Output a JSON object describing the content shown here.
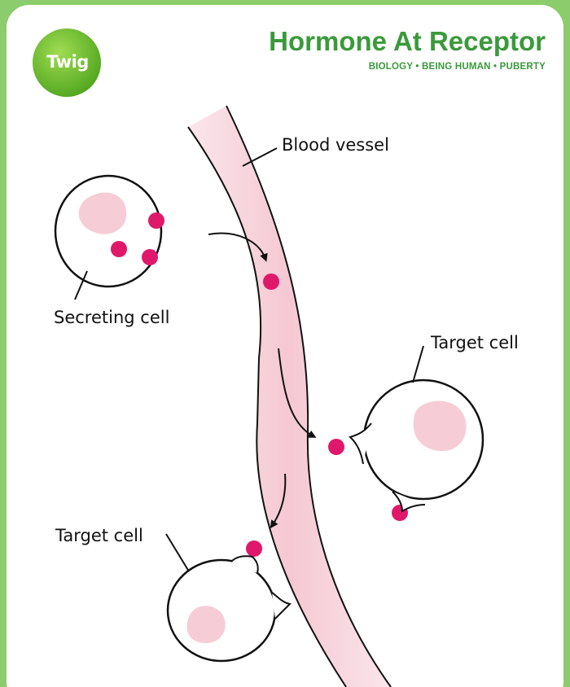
{
  "header": {
    "logo_text": "Twig",
    "title": "Hormone At Receptor",
    "subtitle": "BIOLOGY • BEING HUMAN • PUBERTY"
  },
  "labels": {
    "blood_vessel": "Blood vessel",
    "secreting_cell": "Secreting cell",
    "target_cell_right": "Target cell",
    "target_cell_left": "Target cell"
  },
  "colors": {
    "border_green": "#8ccc6c",
    "title_green": "#3a9a3a",
    "vessel_pink": "#f6cfd8",
    "nucleus_pink": "#f6cdd7",
    "hormone_magenta": "#e0186a"
  }
}
